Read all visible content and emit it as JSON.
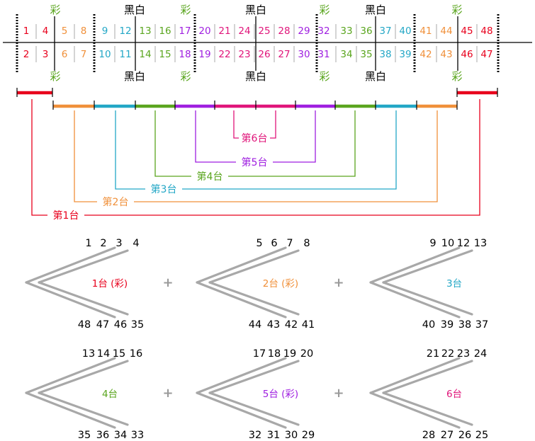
{
  "colors": {
    "red": "#e8001c",
    "orange": "#f0903a",
    "cyan": "#23a7c6",
    "green": "#5aa51e",
    "purple": "#9f1fe0",
    "magenta": "#e0157a",
    "black": "#000000",
    "gray": "#a9a9a9"
  },
  "diagram": {
    "header_labels": {
      "color": "彩",
      "bw": "黑白"
    },
    "top_row": [
      {
        "n": "1",
        "c": "red"
      },
      {
        "n": "4",
        "c": "red"
      },
      {
        "n": "5",
        "c": "orange"
      },
      {
        "n": "8",
        "c": "orange"
      },
      {
        "n": "9",
        "c": "cyan"
      },
      {
        "n": "12",
        "c": "cyan"
      },
      {
        "n": "13",
        "c": "green"
      },
      {
        "n": "16",
        "c": "green"
      },
      {
        "n": "17",
        "c": "purple"
      },
      {
        "n": "20",
        "c": "purple"
      },
      {
        "n": "21",
        "c": "magenta"
      },
      {
        "n": "24",
        "c": "magenta"
      },
      {
        "n": "25",
        "c": "magenta"
      },
      {
        "n": "28",
        "c": "magenta"
      },
      {
        "n": "29",
        "c": "purple"
      },
      {
        "n": "32",
        "c": "purple"
      },
      {
        "n": "33",
        "c": "green"
      },
      {
        "n": "36",
        "c": "green"
      },
      {
        "n": "37",
        "c": "cyan"
      },
      {
        "n": "40",
        "c": "cyan"
      },
      {
        "n": "41",
        "c": "orange"
      },
      {
        "n": "44",
        "c": "orange"
      },
      {
        "n": "45",
        "c": "red"
      },
      {
        "n": "48",
        "c": "red"
      }
    ],
    "bottom_row": [
      {
        "n": "2",
        "c": "red"
      },
      {
        "n": "3",
        "c": "red"
      },
      {
        "n": "6",
        "c": "orange"
      },
      {
        "n": "7",
        "c": "orange"
      },
      {
        "n": "10",
        "c": "cyan"
      },
      {
        "n": "11",
        "c": "cyan"
      },
      {
        "n": "14",
        "c": "green"
      },
      {
        "n": "15",
        "c": "green"
      },
      {
        "n": "18",
        "c": "purple"
      },
      {
        "n": "19",
        "c": "purple"
      },
      {
        "n": "22",
        "c": "magenta"
      },
      {
        "n": "23",
        "c": "magenta"
      },
      {
        "n": "26",
        "c": "magenta"
      },
      {
        "n": "27",
        "c": "magenta"
      },
      {
        "n": "30",
        "c": "purple"
      },
      {
        "n": "31",
        "c": "purple"
      },
      {
        "n": "34",
        "c": "green"
      },
      {
        "n": "35",
        "c": "green"
      },
      {
        "n": "38",
        "c": "cyan"
      },
      {
        "n": "39",
        "c": "cyan"
      },
      {
        "n": "42",
        "c": "orange"
      },
      {
        "n": "43",
        "c": "orange"
      },
      {
        "n": "46",
        "c": "red"
      },
      {
        "n": "47",
        "c": "red"
      }
    ],
    "machine_labels": [
      {
        "text": "第1台",
        "c": "red"
      },
      {
        "text": "第2台",
        "c": "orange"
      },
      {
        "text": "第3台",
        "c": "cyan"
      },
      {
        "text": "第4台",
        "c": "green"
      },
      {
        "text": "第5台",
        "c": "purple"
      },
      {
        "text": "第6台",
        "c": "magenta"
      }
    ],
    "panels": [
      {
        "label": "1台 (彩)",
        "c": "red",
        "top": [
          "1",
          "2",
          "3",
          "4"
        ],
        "bottom": [
          "48",
          "47",
          "46",
          "35"
        ]
      },
      {
        "label": "2台 (彩)",
        "c": "orange",
        "top": [
          "5",
          "6",
          "7",
          "8"
        ],
        "bottom": [
          "44",
          "43",
          "42",
          "41"
        ]
      },
      {
        "label": "3台",
        "c": "cyan",
        "top": [
          "9",
          "10",
          "12",
          "13"
        ],
        "bottom": [
          "40",
          "39",
          "38",
          "37"
        ]
      },
      {
        "label": "4台",
        "c": "green",
        "top": [
          "13",
          "14",
          "15",
          "16"
        ],
        "bottom": [
          "35",
          "36",
          "34",
          "33"
        ]
      },
      {
        "label": "5台 (彩)",
        "c": "purple",
        "top": [
          "17",
          "18",
          "19",
          "20"
        ],
        "bottom": [
          "32",
          "31",
          "30",
          "29"
        ]
      },
      {
        "label": "6台",
        "c": "magenta",
        "top": [
          "21",
          "22",
          "23",
          "24"
        ],
        "bottom": [
          "28",
          "27",
          "26",
          "25"
        ]
      }
    ],
    "plus": "+"
  }
}
